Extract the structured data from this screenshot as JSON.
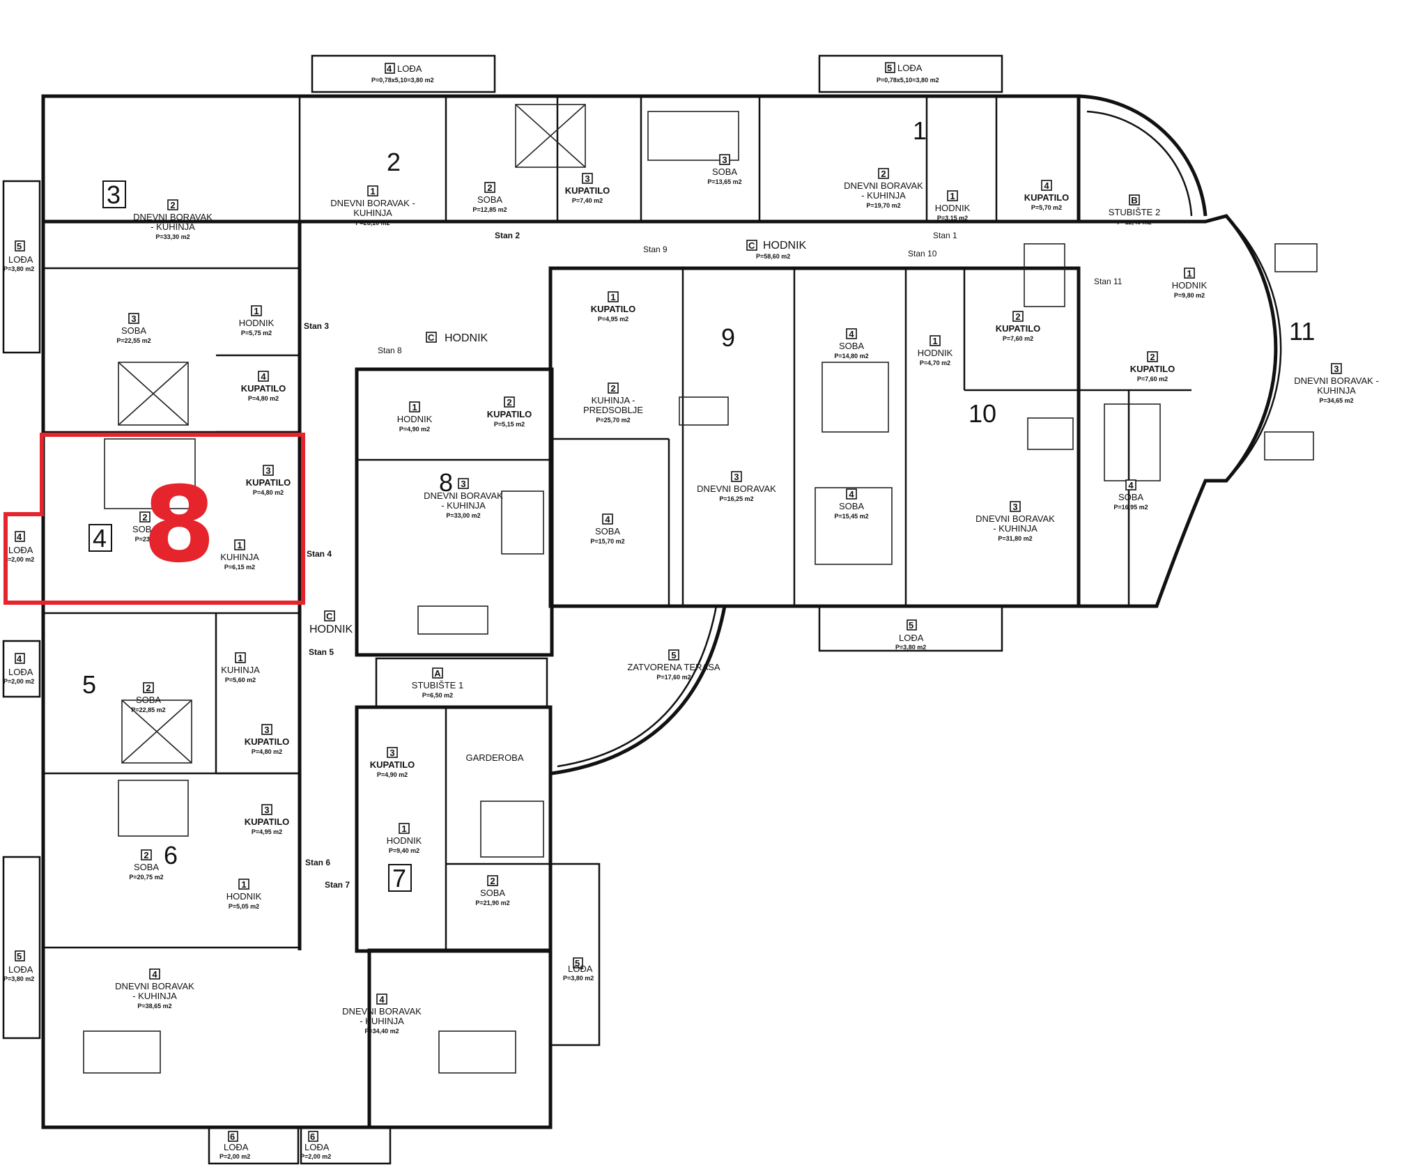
{
  "highlight": {
    "label": "8",
    "color": "#e5242c"
  },
  "apartments": [
    "1",
    "2",
    "3",
    "4",
    "5",
    "6",
    "7",
    "8",
    "9",
    "10",
    "11"
  ],
  "balconies": [
    {
      "num": "4",
      "name": "LOĐA",
      "area": "P=0,78x5,10=3,80 m2"
    },
    {
      "num": "5",
      "name": "LOĐA",
      "area": "P=0,78x5,10=3,80 m2"
    },
    {
      "num": "5",
      "name": "LOĐA",
      "area": "P=3,80 m2"
    },
    {
      "num": "4",
      "name": "LOĐA",
      "area": "P=2,00 m2"
    },
    {
      "num": "4",
      "name": "LOĐA",
      "area": "P=2,00 m2"
    },
    {
      "num": "5",
      "name": "LOĐA",
      "area": "P=3,80 m2"
    },
    {
      "num": "5",
      "name": "LOĐA",
      "area": "P=3,80 m2"
    },
    {
      "num": "5",
      "name": "LOĐA",
      "area": "P=3,80 m2"
    },
    {
      "num": "6",
      "name": "LOĐA",
      "area": "P=2,00 m2"
    },
    {
      "num": "6",
      "name": "LOĐA",
      "area": "P=2,00 m2"
    }
  ],
  "rooms": [
    {
      "num": "2",
      "name": "DNEVNI BORAVAK",
      "name2": "- KUHINJA",
      "area": "P=33,30 m2"
    },
    {
      "num": "1",
      "name": "DNEVNI BORAVAK -",
      "name2": "KUHINJA",
      "area": "P=26,10 m2"
    },
    {
      "num": "2",
      "name": "SOBA",
      "name2": "",
      "area": "P=12,85 m2"
    },
    {
      "num": "3",
      "name": "KUPATILO",
      "name2": "",
      "area": "P=7,40 m2"
    },
    {
      "num": "3",
      "name": "SOBA",
      "name2": "",
      "area": "P=13,65 m2"
    },
    {
      "num": "2",
      "name": "DNEVNI BORAVAK",
      "name2": "- KUHINJA",
      "area": "P=19,70 m2"
    },
    {
      "num": "1",
      "name": "HODNIK",
      "name2": "",
      "area": "P=3,15 m2"
    },
    {
      "num": "4",
      "name": "KUPATILO",
      "name2": "",
      "area": "P=5,70 m2"
    },
    {
      "num": "B",
      "name": "STUBIŠTE 2",
      "name2": "",
      "area": "P=12,40 m2"
    },
    {
      "num": "3",
      "name": "SOBA",
      "name2": "",
      "area": "P=22,55 m2"
    },
    {
      "num": "1",
      "name": "HODNIK",
      "name2": "",
      "area": "P=5,75 m2"
    },
    {
      "num": "4",
      "name": "KUPATILO",
      "name2": "",
      "area": "P=4,80 m2"
    },
    {
      "num": "3",
      "name": "KUPATILO",
      "name2": "",
      "area": "P=4,80 m2"
    },
    {
      "num": "2",
      "name": "SOBA",
      "name2": "",
      "area": "P=23,8"
    },
    {
      "num": "1",
      "name": "KUHINJA",
      "name2": "",
      "area": "P=6,15 m2"
    },
    {
      "num": "1",
      "name": "KUHINJA",
      "name2": "",
      "area": "P=5,60 m2"
    },
    {
      "num": "2",
      "name": "SOBA",
      "name2": "",
      "area": "P=22,85 m2"
    },
    {
      "num": "3",
      "name": "KUPATILO",
      "name2": "",
      "area": "P=4,80 m2"
    },
    {
      "num": "3",
      "name": "KUPATILO",
      "name2": "",
      "area": "P=4,95 m2"
    },
    {
      "num": "2",
      "name": "SOBA",
      "name2": "",
      "area": "P=20,75 m2"
    },
    {
      "num": "1",
      "name": "HODNIK",
      "name2": "",
      "area": "P=5,05 m2"
    },
    {
      "num": "4",
      "name": "DNEVNI BORAVAK",
      "name2": "- KUHINJA",
      "area": "P=38,65 m2"
    },
    {
      "num": "4",
      "name": "DNEVNI BORAVAK",
      "name2": "- KUHINJA",
      "area": "P=34,40 m2"
    },
    {
      "num": "1",
      "name": "HODNIK",
      "name2": "",
      "area": "P=9,40 m2"
    },
    {
      "num": "3",
      "name": "KUPATILO",
      "name2": "",
      "area": "P=4,90 m2"
    },
    {
      "num": "2",
      "name": "SOBA",
      "name2": "",
      "area": "P=21,90 m2"
    },
    {
      "num": "",
      "name": "GARDEROBA",
      "name2": "",
      "area": ""
    },
    {
      "num": "A",
      "name": "STUBIŠTE 1",
      "name2": "",
      "area": "P=6,50 m2"
    },
    {
      "num": "1",
      "name": "HODNIK",
      "name2": "",
      "area": "P=4,90 m2"
    },
    {
      "num": "2",
      "name": "KUPATILO",
      "name2": "",
      "area": "P=5,15 m2"
    },
    {
      "num": "3",
      "name": "DNEVNI BORAVAK",
      "name2": "- KUHINJA",
      "area": "P=33,00 m2"
    },
    {
      "num": "1",
      "name": "KUPATILO",
      "name2": "",
      "area": "P=4,95 m2"
    },
    {
      "num": "2",
      "name": "KUHINJA -",
      "name2": "PREDSOBLJE",
      "area": "P=25,70 m2"
    },
    {
      "num": "4",
      "name": "SOBA",
      "name2": "",
      "area": "P=15,70 m2"
    },
    {
      "num": "3",
      "name": "DNEVNI BORAVAK",
      "name2": "",
      "area": "P=16,25 m2"
    },
    {
      "num": "4",
      "name": "SOBA",
      "name2": "",
      "area": "P=14,80 m2"
    },
    {
      "num": "4",
      "name": "SOBA",
      "name2": "",
      "area": "P=15,45 m2"
    },
    {
      "num": "1",
      "name": "HODNIK",
      "name2": "",
      "area": "P=4,70 m2"
    },
    {
      "num": "2",
      "name": "KUPATILO",
      "name2": "",
      "area": "P=7,60 m2"
    },
    {
      "num": "3",
      "name": "DNEVNI BORAVAK",
      "name2": "- KUHINJA",
      "area": "P=31,80 m2"
    },
    {
      "num": "1",
      "name": "HODNIK",
      "name2": "",
      "area": "P=9,80 m2"
    },
    {
      "num": "2",
      "name": "KUPATILO",
      "name2": "",
      "area": "P=7,60 m2"
    },
    {
      "num": "4",
      "name": "SOBA",
      "name2": "",
      "area": "P=16,95 m2"
    },
    {
      "num": "3",
      "name": "DNEVNI BORAVAK -",
      "name2": "KUHINJA",
      "area": "P=34,65 m2"
    },
    {
      "num": "5",
      "name": "ZATVORENA TERASA",
      "name2": "",
      "area": "P=17,60 m2"
    }
  ],
  "corridors": [
    {
      "num": "C",
      "name": "HODNIK",
      "area": "P=58,60 m2"
    },
    {
      "num": "C",
      "name": "HODNIK",
      "area": ""
    },
    {
      "num": "C",
      "name": "HODNIK",
      "area": ""
    }
  ],
  "stan_labels": [
    "Stan 1",
    "Stan 2",
    "Stan 3",
    "Stan 4",
    "Stan 5",
    "Stan 6",
    "Stan 7",
    "Stan 8",
    "Stan 9",
    "Stan 10",
    "Stan 11"
  ]
}
